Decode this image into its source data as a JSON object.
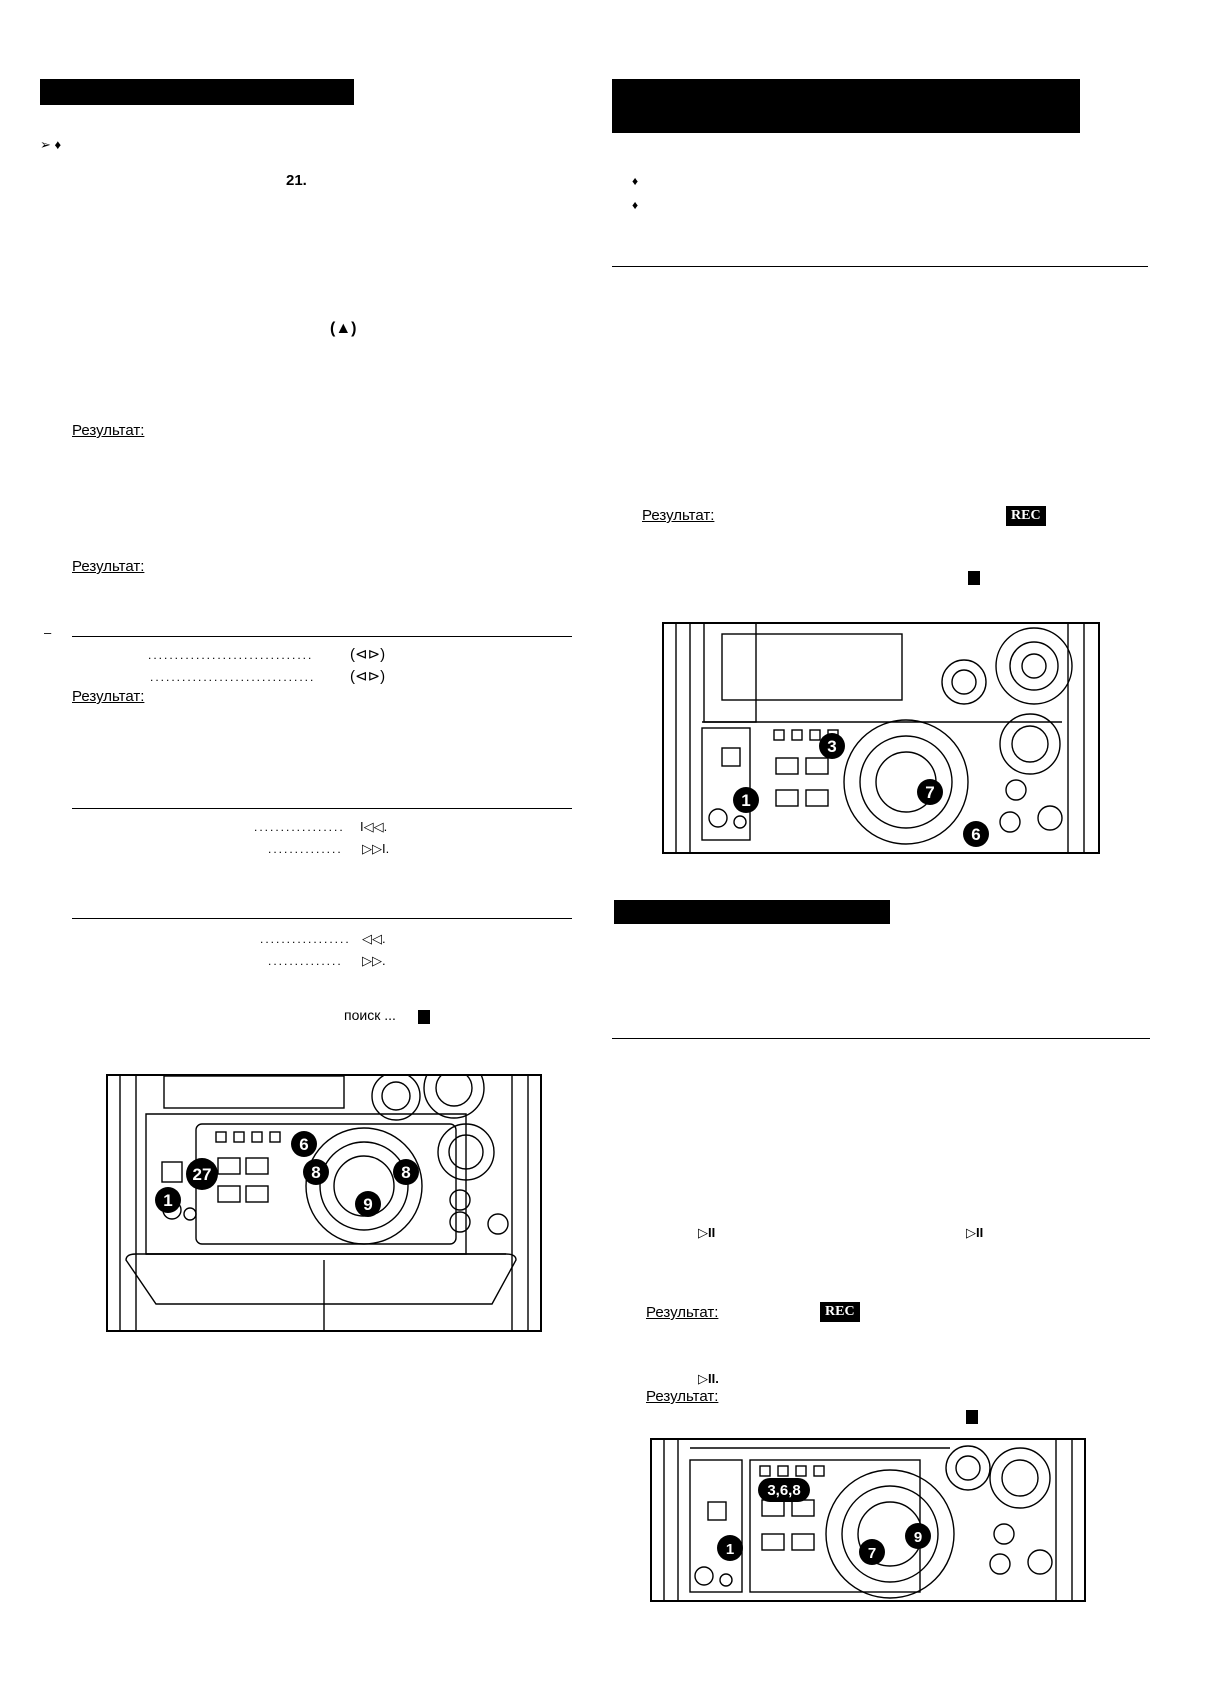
{
  "left": {
    "bullet_glyphs": "➢ ♦",
    "page_ref": "21.",
    "eject_symbol": "(▲)",
    "result1": "Результат:",
    "result2": "Результат:",
    "dash": "–",
    "tuning_row1_symbol": "(⊲⊳)",
    "tuning_row2_symbol": "(⊲⊳)",
    "result3": "Результат:",
    "skip_back": "I◁◁.",
    "skip_fwd": "▷▷I.",
    "search_back": "◁◁.",
    "search_fwd": "▷▷.",
    "search_label": "поиск ...",
    "callouts": [
      "6",
      "27",
      "8",
      "8",
      "1",
      "9"
    ]
  },
  "right": {
    "bullets": [
      "♦",
      "♦"
    ],
    "result1": "Результат:",
    "rec_badge": "REC",
    "callouts_top": [
      "3",
      "1",
      "7",
      "6"
    ],
    "result2": "Результат:",
    "rec_badge2": "REC",
    "play_pause_a": "▷II",
    "play_pause_b": "▷II",
    "play_pause_c": "▷II.",
    "result3": "Результат:",
    "callouts_bottom": [
      "3,6,8",
      "1",
      "7",
      "9"
    ]
  }
}
